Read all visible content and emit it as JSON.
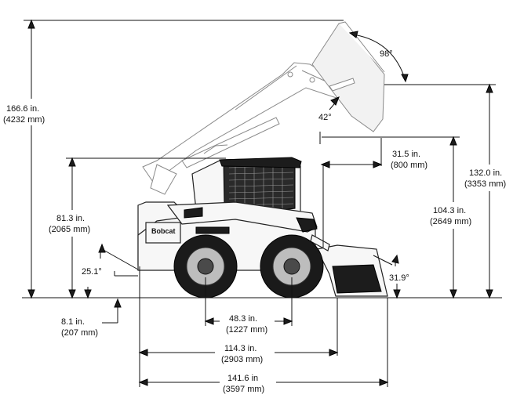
{
  "dimensions": {
    "overall_height_max": {
      "line1": "166.6 in.",
      "line2": "(4232 mm)"
    },
    "dump_angle": {
      "text": "98°"
    },
    "rollback_angle_raised": {
      "text": "42°"
    },
    "dump_reach": {
      "line1": "31.5 in.",
      "line2": "(800 mm)"
    },
    "height_to_hinge_pin": {
      "line1": "132.0 in.",
      "line2": "(3353 mm)"
    },
    "dump_height": {
      "line1": "104.3 in.",
      "line2": "(2649 mm)"
    },
    "height_to_cab_top": {
      "line1": "81.3 in.",
      "line2": "(2065 mm)"
    },
    "departure_angle": {
      "text": "25.1°"
    },
    "rollback_angle_ground": {
      "text": "31.9°"
    },
    "ground_clearance": {
      "line1": "8.1 in.",
      "line2": "(207 mm)"
    },
    "wheelbase": {
      "line1": "48.3 in.",
      "line2": "(1227 mm)"
    },
    "length_without_bucket": {
      "line1": "114.3 in.",
      "line2": "(2903 mm)"
    },
    "length_with_bucket": {
      "line1": "141.6 in",
      "line2": "(3597 mm)"
    }
  },
  "machine": {
    "brand_text": "Bobcat"
  },
  "colors": {
    "line": "#111111",
    "ghost": "#8a8a8a",
    "tire": "#1a1a1a",
    "body": "#f7f7f7"
  }
}
